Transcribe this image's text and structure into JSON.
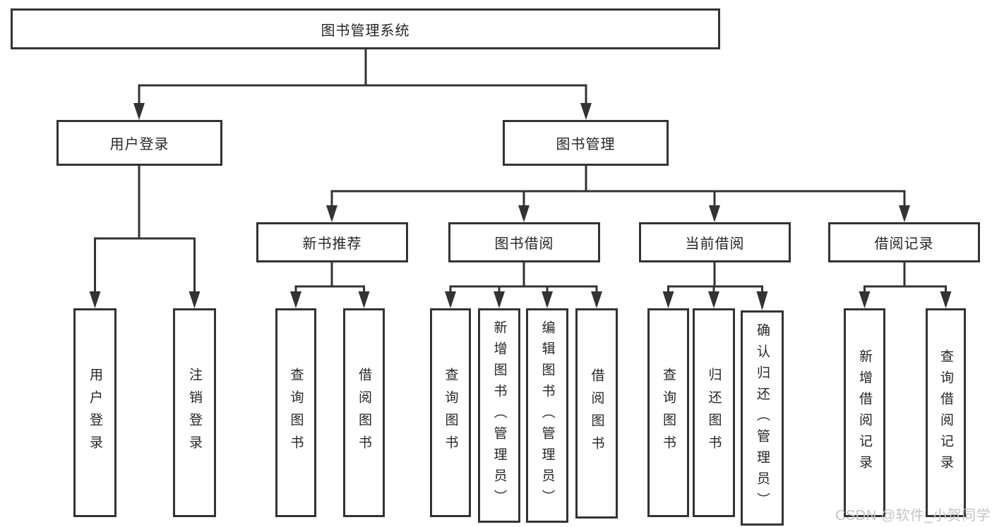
{
  "diagram": {
    "title": "图书管理系统",
    "root": {
      "label": "图书管理系统"
    },
    "level2": [
      {
        "label": "用户登录"
      },
      {
        "label": "图书管理"
      }
    ],
    "level3": [
      {
        "label": "新书推荐"
      },
      {
        "label": "图书借阅"
      },
      {
        "label": "当前借阅"
      },
      {
        "label": "借阅记录"
      }
    ],
    "leaves": {
      "login": [
        "用户登录",
        "注销登录"
      ],
      "newbook": [
        "查询图书",
        "借阅图书"
      ],
      "borrow": [
        "查询图书",
        "新增图书（管理员）",
        "编辑图书（管理员）",
        "借阅图书"
      ],
      "current": [
        "查询图书",
        "归还图书",
        "确认归还（管理员）"
      ],
      "records": [
        "新增借阅记录",
        "查询借阅记录"
      ]
    }
  },
  "watermark": {
    "text": "CSDN @软件_小贺同学"
  },
  "colors": {
    "line": "#333333",
    "box_border": "#333333",
    "text": "#262626",
    "watermark": "#c4c4c4",
    "background": "#ffffff"
  }
}
